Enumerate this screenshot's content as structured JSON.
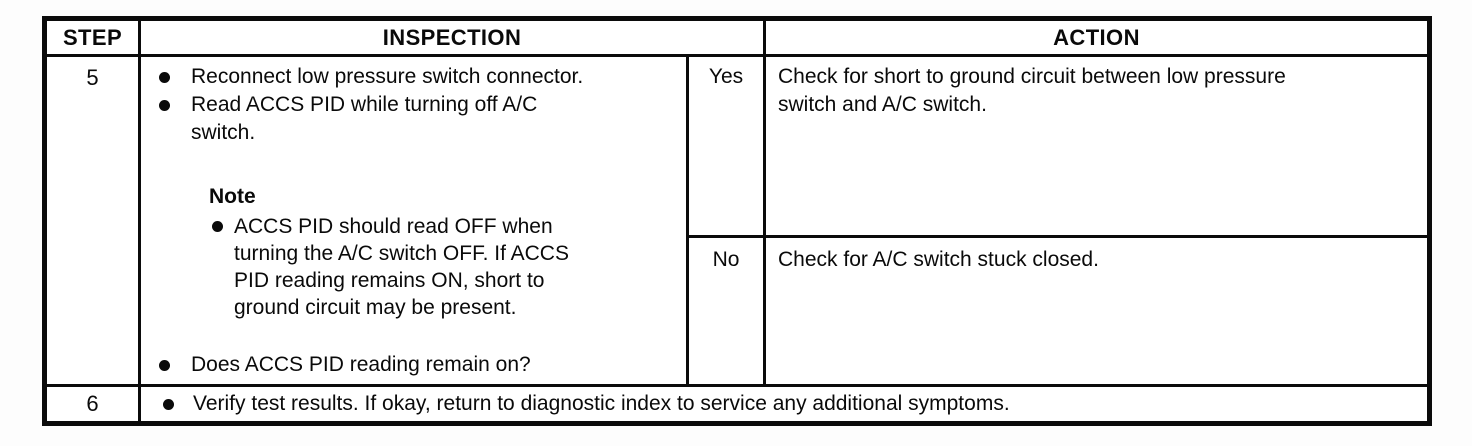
{
  "table": {
    "headers": {
      "step": "STEP",
      "inspection": "INSPECTION",
      "action": "ACTION"
    },
    "rows": {
      "step5": {
        "step": "5",
        "inspection": {
          "bullets": [
            {
              "lines": [
                "Reconnect low pressure switch connector."
              ]
            },
            {
              "lines": [
                "Read ACCS PID while turning off A/C",
                "switch."
              ]
            }
          ],
          "note_label": "Note",
          "note_bullet": {
            "lines": [
              "ACCS PID should read OFF when",
              "turning the A/C switch OFF. If ACCS",
              "PID reading remains ON, short to",
              "ground circuit may be present."
            ]
          },
          "question_bullet": {
            "lines": [
              "Does ACCS PID reading remain on?"
            ]
          }
        },
        "branches": [
          {
            "label": "Yes",
            "action_lines": [
              "Check for short to ground circuit between low pressure",
              "switch and A/C switch."
            ]
          },
          {
            "label": "No",
            "action_lines": [
              "Check for A/C switch stuck closed."
            ]
          }
        ]
      },
      "step6": {
        "step": "6",
        "text": "Verify test results. If okay, return to diagnostic index to service any additional symptoms."
      }
    },
    "colors": {
      "border": "#0b0b0b",
      "text": "#0a0a0a",
      "background": "#ffffff"
    }
  }
}
